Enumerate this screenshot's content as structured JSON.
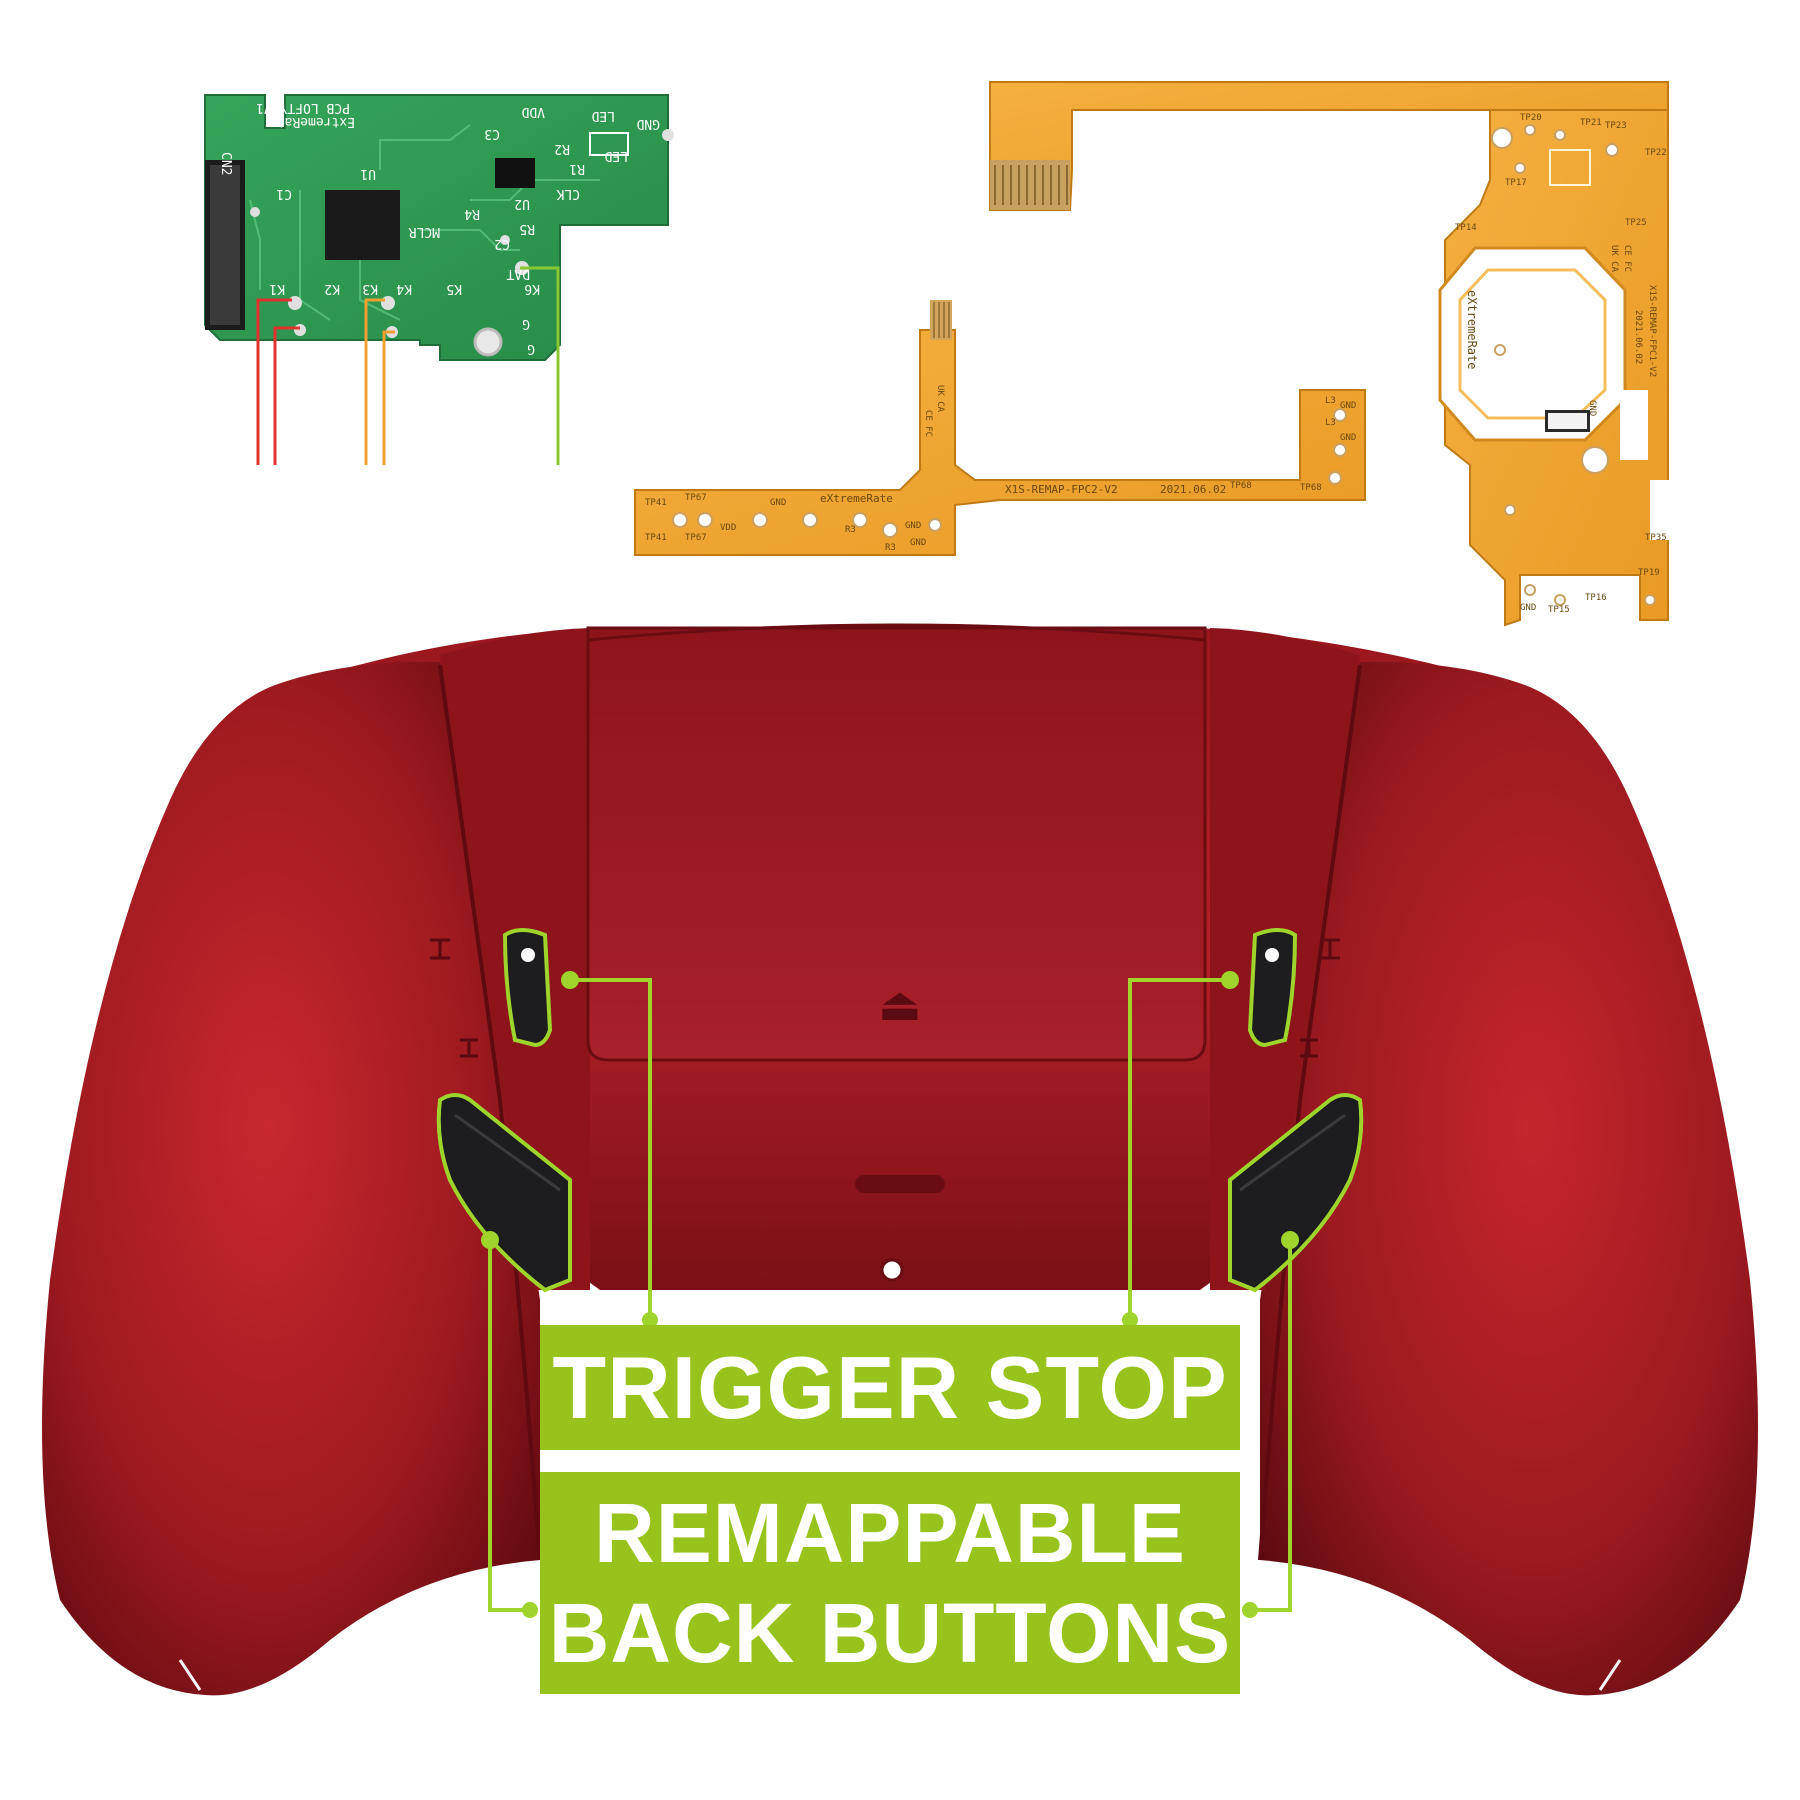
{
  "callouts": {
    "trigger_stop": "TRIGGER STOP",
    "remap_line1": "REMAPPABLE",
    "remap_line2": "BACK BUTTONS"
  },
  "pcb_green": {
    "labels": [
      "CN2",
      "ExtremeRate",
      "PCB LOFTY V1",
      "GND",
      "LED",
      "VDD",
      "U1",
      "U2",
      "CLK",
      "MCLR",
      "C1",
      "C2",
      "C3",
      "R5",
      "DAT",
      "K1",
      "K2",
      "K3",
      "K4",
      "K5",
      "K6",
      "LED",
      "R1",
      "R2",
      "R4",
      "G",
      "G"
    ]
  },
  "flex_small": {
    "labels": [
      "TP41",
      "TP67",
      "GND",
      "VDD",
      "TP41",
      "TP67",
      "R3",
      "R3",
      "GND",
      "GND",
      "eXtremeRate",
      "X1S-REMAP-FPC2-V2",
      "2021.06.02",
      "TP68",
      "TP68",
      "L3",
      "GND",
      "L3",
      "GND",
      "UK CA",
      "CE FC"
    ]
  },
  "flex_large": {
    "labels": [
      "TP23",
      "TP20",
      "TP21",
      "TP22",
      "TP17",
      "TP14",
      "TP25",
      "TP35",
      "TP19",
      "TP16",
      "TP15",
      "eXtremeRate",
      "X1S-REMAP-FPC1-V2",
      "2021.06.02",
      "UK CA",
      "CE FC",
      "GND",
      "GND"
    ]
  },
  "controller": {
    "eject_symbol": "⏏"
  },
  "colors": {
    "accent_green": "#98c21c",
    "controller_red": "#a81820",
    "pcb_green": "#2f9a52",
    "flex_orange": "#f1a531",
    "button_black": "#1d1d1f"
  }
}
